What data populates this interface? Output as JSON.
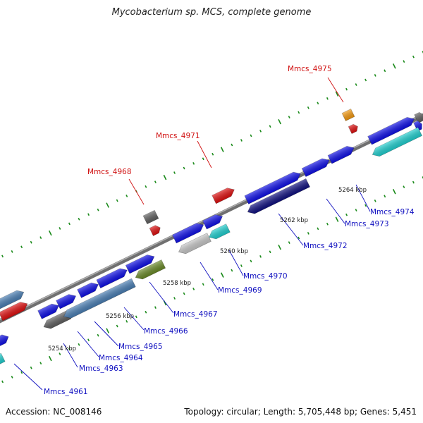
{
  "title": "Mycobacterium sp. MCS, complete genome",
  "footer": {
    "accession": "Accession: NC_008146",
    "topology": "Topology: circular; Length: 5,705,448 bp; Genes: 5,451"
  },
  "colors": {
    "backbone": "#808080",
    "blue": "#1010e8",
    "navy": "#101080",
    "steel": "#4a7fb5",
    "red": "#e01010",
    "cyan": "#20d0d0",
    "silver": "#c8c8c8",
    "dark_gray": "#606060",
    "olive": "#6a8a28",
    "orange": "#f59a10",
    "tick_green": "#1a8a1a",
    "label_red": "#d01010",
    "label_blue": "#1010c0"
  },
  "scale_ticks": [
    "5254 kbp",
    "5256 kbp",
    "5258 kbp",
    "5260 kbp",
    "5262 kbp",
    "5264 kbp"
  ],
  "gene_labels": {
    "above": [
      "Mmcs_4968",
      "Mmcs_4971",
      "Mmcs_4975"
    ],
    "below": [
      "Mmcs_4961",
      "Mmcs_4963",
      "Mmcs_4964",
      "Mmcs_4965",
      "Mmcs_4966",
      "Mmcs_4967",
      "Mmcs_4969",
      "Mmcs_4970",
      "Mmcs_4972",
      "Mmcs_4973",
      "Mmcs_4974"
    ]
  }
}
